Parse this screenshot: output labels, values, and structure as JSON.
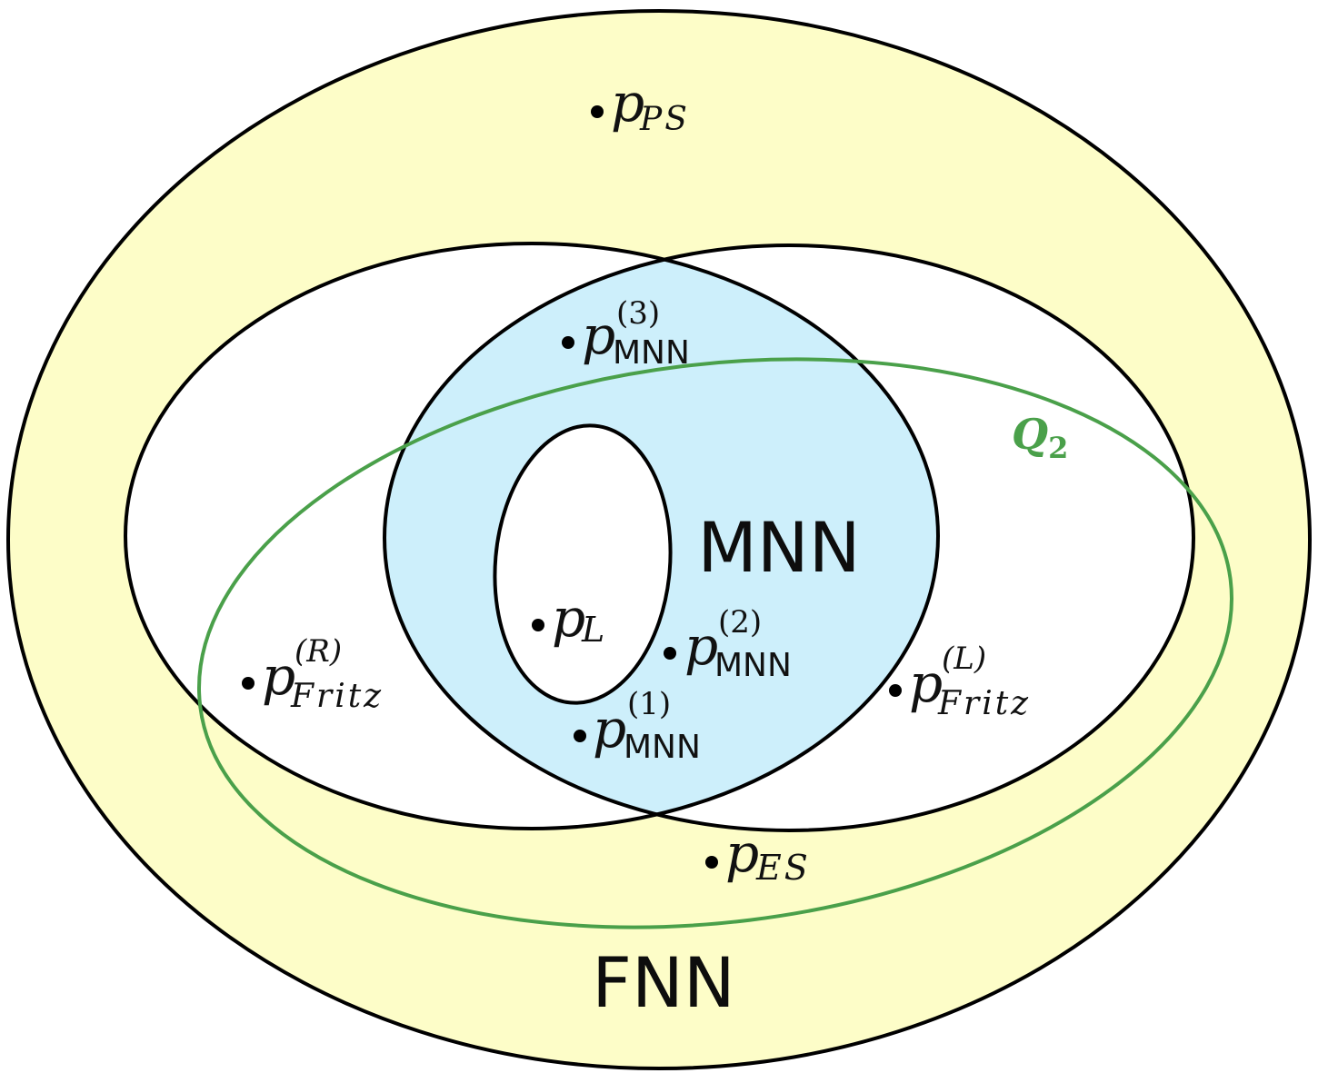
{
  "colors": {
    "fnn_fill": "#fdfdc8",
    "mnn_fill": "#cdeffb",
    "outline": "#000000",
    "q2": "#4aa04a",
    "background": "#ffffff"
  },
  "regions": {
    "fnn_label": "FNN",
    "mnn_label": "MNN",
    "q2_base": "Q",
    "q2_sub": "2"
  },
  "points": {
    "p_ps": {
      "base": "p",
      "sub": "PS",
      "sup": ""
    },
    "p_mnn_3": {
      "base": "p",
      "sub": "MNN",
      "sup": "(3)"
    },
    "p_l": {
      "base": "p",
      "sub": "L",
      "sup": ""
    },
    "p_mnn_2": {
      "base": "p",
      "sub": "MNN",
      "sup": "(2)"
    },
    "p_fritz_r": {
      "base": "p",
      "sub": "Fritz",
      "sup": "(R)"
    },
    "p_fritz_l": {
      "base": "p",
      "sub": "Fritz",
      "sup": "(L)"
    },
    "p_mnn_1": {
      "base": "p",
      "sub": "MNN",
      "sup": "(1)"
    },
    "p_es": {
      "base": "p",
      "sub": "ES",
      "sup": ""
    }
  }
}
